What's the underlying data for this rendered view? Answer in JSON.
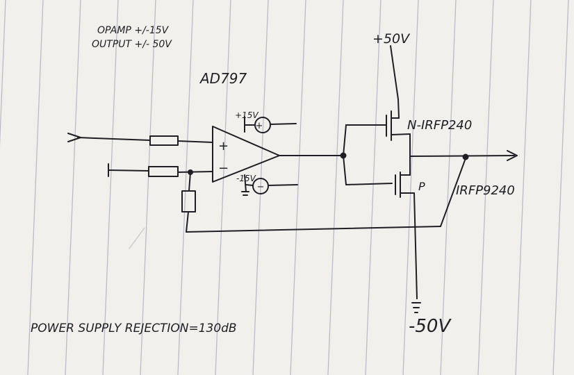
{
  "notes": {
    "opamp_supply": "OPAMP +/-15V",
    "output_range": "OUTPUT +/- 50V",
    "psrr": "POWER SUPPLY REJECTION=130dB"
  },
  "opamp": {
    "part": "AD797",
    "plus_input": "+",
    "minus_input": "−"
  },
  "supplies": {
    "opamp_pos": "+15V",
    "opamp_neg": "-15V",
    "rail_pos": "+50V",
    "rail_neg": "-50V",
    "pos_symbol": "+",
    "neg_symbol": "−"
  },
  "transistors": {
    "upper": "N-IRFP240",
    "lower_tag": "P",
    "lower": "IRFP9240"
  },
  "colors": {
    "paper": "#f1f0ec",
    "ruling": "#b9bcc8",
    "ink": "#1e1e24"
  }
}
